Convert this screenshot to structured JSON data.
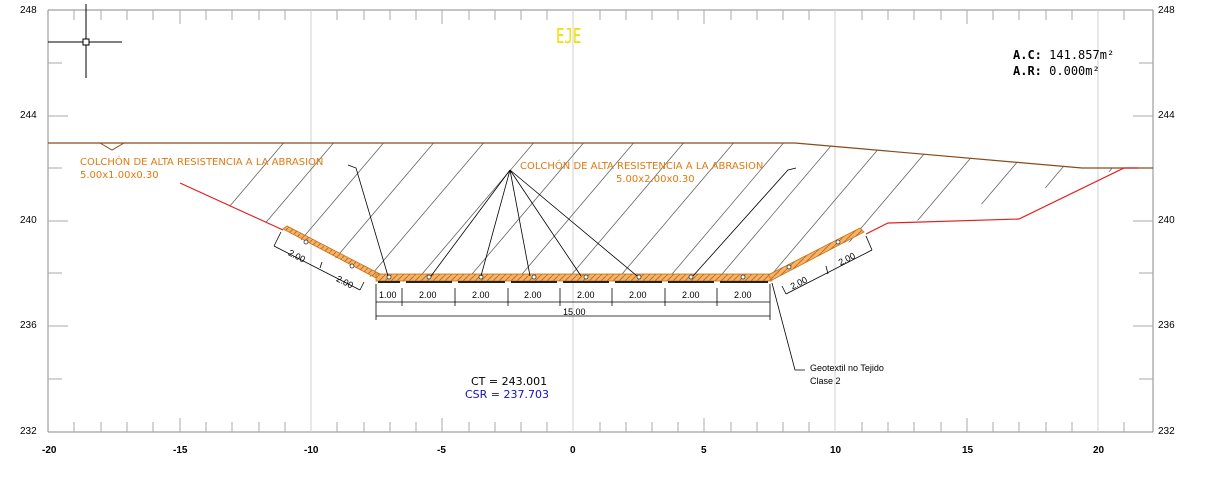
{
  "title": "EJE",
  "areas": {
    "ac_label": "A.C:",
    "ac_value": "141.857m²",
    "ar_label": "A.R:",
    "ar_value": "0.000m²"
  },
  "labels": {
    "mattress_slope_title": "COLCHÓN DE ALTA RESISTENCIA  A LA ABRASION",
    "mattress_slope_dims": "5.00x1.00x0.30",
    "mattress_base_title": "COLCHÓN  DE ALTA RESISTENCIA A LA ABRASION",
    "mattress_base_dims": "5.00x2.00x0.30",
    "geotextile_line1": "Geotextil no Tejido",
    "geotextile_line2": "Clase 2",
    "ct": "CT  =  243.001",
    "csr": "CSR  =  237.703"
  },
  "dimensions": {
    "base_segments": [
      "1.00",
      "2.00",
      "2.00",
      "2.00",
      "2.00",
      "2.00",
      "2.00",
      "2.00"
    ],
    "total_width": "15.00",
    "left_slope": [
      "2.00",
      "2.00"
    ],
    "right_slope": [
      "2.00",
      "2.00"
    ]
  },
  "axes": {
    "x_ticks": [
      "-20",
      "-15",
      "-10",
      "-5",
      "0",
      "5",
      "10",
      "15",
      "20"
    ],
    "y_ticks": [
      "248",
      "244",
      "240",
      "236",
      "232"
    ]
  },
  "colors": {
    "ground": "#8a4a1a",
    "section": "#e02020",
    "mattress": "#e08a20",
    "title": "#f0e000",
    "grid": "#c8c8c8",
    "csr": "#1010c0"
  }
}
